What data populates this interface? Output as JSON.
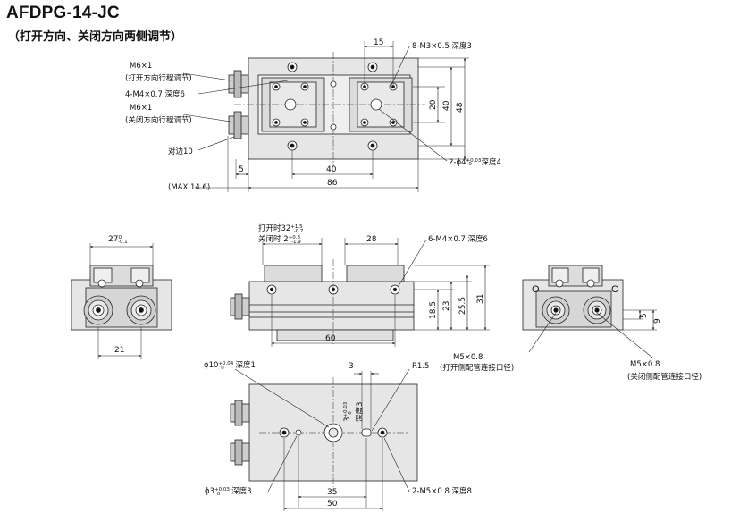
{
  "title": "AFDPG-14-JC",
  "subtitle": "（打开方向、关闭方向两侧调节）",
  "top_view": {
    "m6_open": "M6×1",
    "m6_open_note": "(打开方向行程调节)",
    "m4_holes": "4-M4×0.7 深度6",
    "m6_close": "M6×1",
    "m6_close_note": "(关闭方向行程调节)",
    "hex": "对边10",
    "dim_15": "15",
    "m3_holes": "8-M3×0.5 深度3",
    "dim_20": "20",
    "dim_40v": "40",
    "dim_48": "48",
    "pin_hole_prefix": "2-ϕ4",
    "pin_hole_tol_upper": "+0.03",
    "pin_hole_tol_lower": "0",
    "pin_hole_suffix": " 深度4",
    "dim_5": "5",
    "dim_40h": "40",
    "dim_max": "(MAX.14.6)",
    "dim_86": "86"
  },
  "end_view_left": {
    "dim_27": "27",
    "dim_27_tol_upper": "0",
    "dim_27_tol_lower": "-0.1",
    "dim_21": "21"
  },
  "side_view": {
    "open_label": "打开时32",
    "open_tol_upper": "+1.5",
    "open_tol_lower": "-0.7",
    "close_label": "关闭时 2",
    "close_tol_upper": "+0.3",
    "close_tol_lower": "-1.9",
    "dim_28": "28",
    "m4_holes": "6-M4×0.7 深度6",
    "dim_18_5": "18.5",
    "dim_23": "23",
    "dim_25_5": "25.5",
    "dim_31": "31",
    "dim_60": "60"
  },
  "end_view_right": {
    "o_mark": "O",
    "c_mark": "C",
    "dim_5": "5",
    "dim_9": "9",
    "m5_open": "M5×0.8",
    "m5_open_note": "(打开侧配管连接口径)",
    "m5_close": "M5×0.8",
    "m5_close_note": "(关闭侧配管连接口径)"
  },
  "bottom_view": {
    "phi10_prefix": "ϕ10",
    "phi10_tol_upper": "+0.04",
    "phi10_tol_lower": "0",
    "phi10_suffix": " 深度1",
    "dim_3": "3",
    "r15": "R1.5",
    "slot_3": "3",
    "slot_3_tol_upper": "+0.03",
    "slot_3_tol_lower": "0",
    "slot_depth": "深度3",
    "phi3_prefix": "ϕ3",
    "phi3_tol_upper": "+0.03",
    "phi3_tol_lower": "0",
    "phi3_suffix": " 深度3",
    "dim_35": "35",
    "m5_holes": "2-M5×0.8 深度8",
    "dim_50": "50"
  }
}
